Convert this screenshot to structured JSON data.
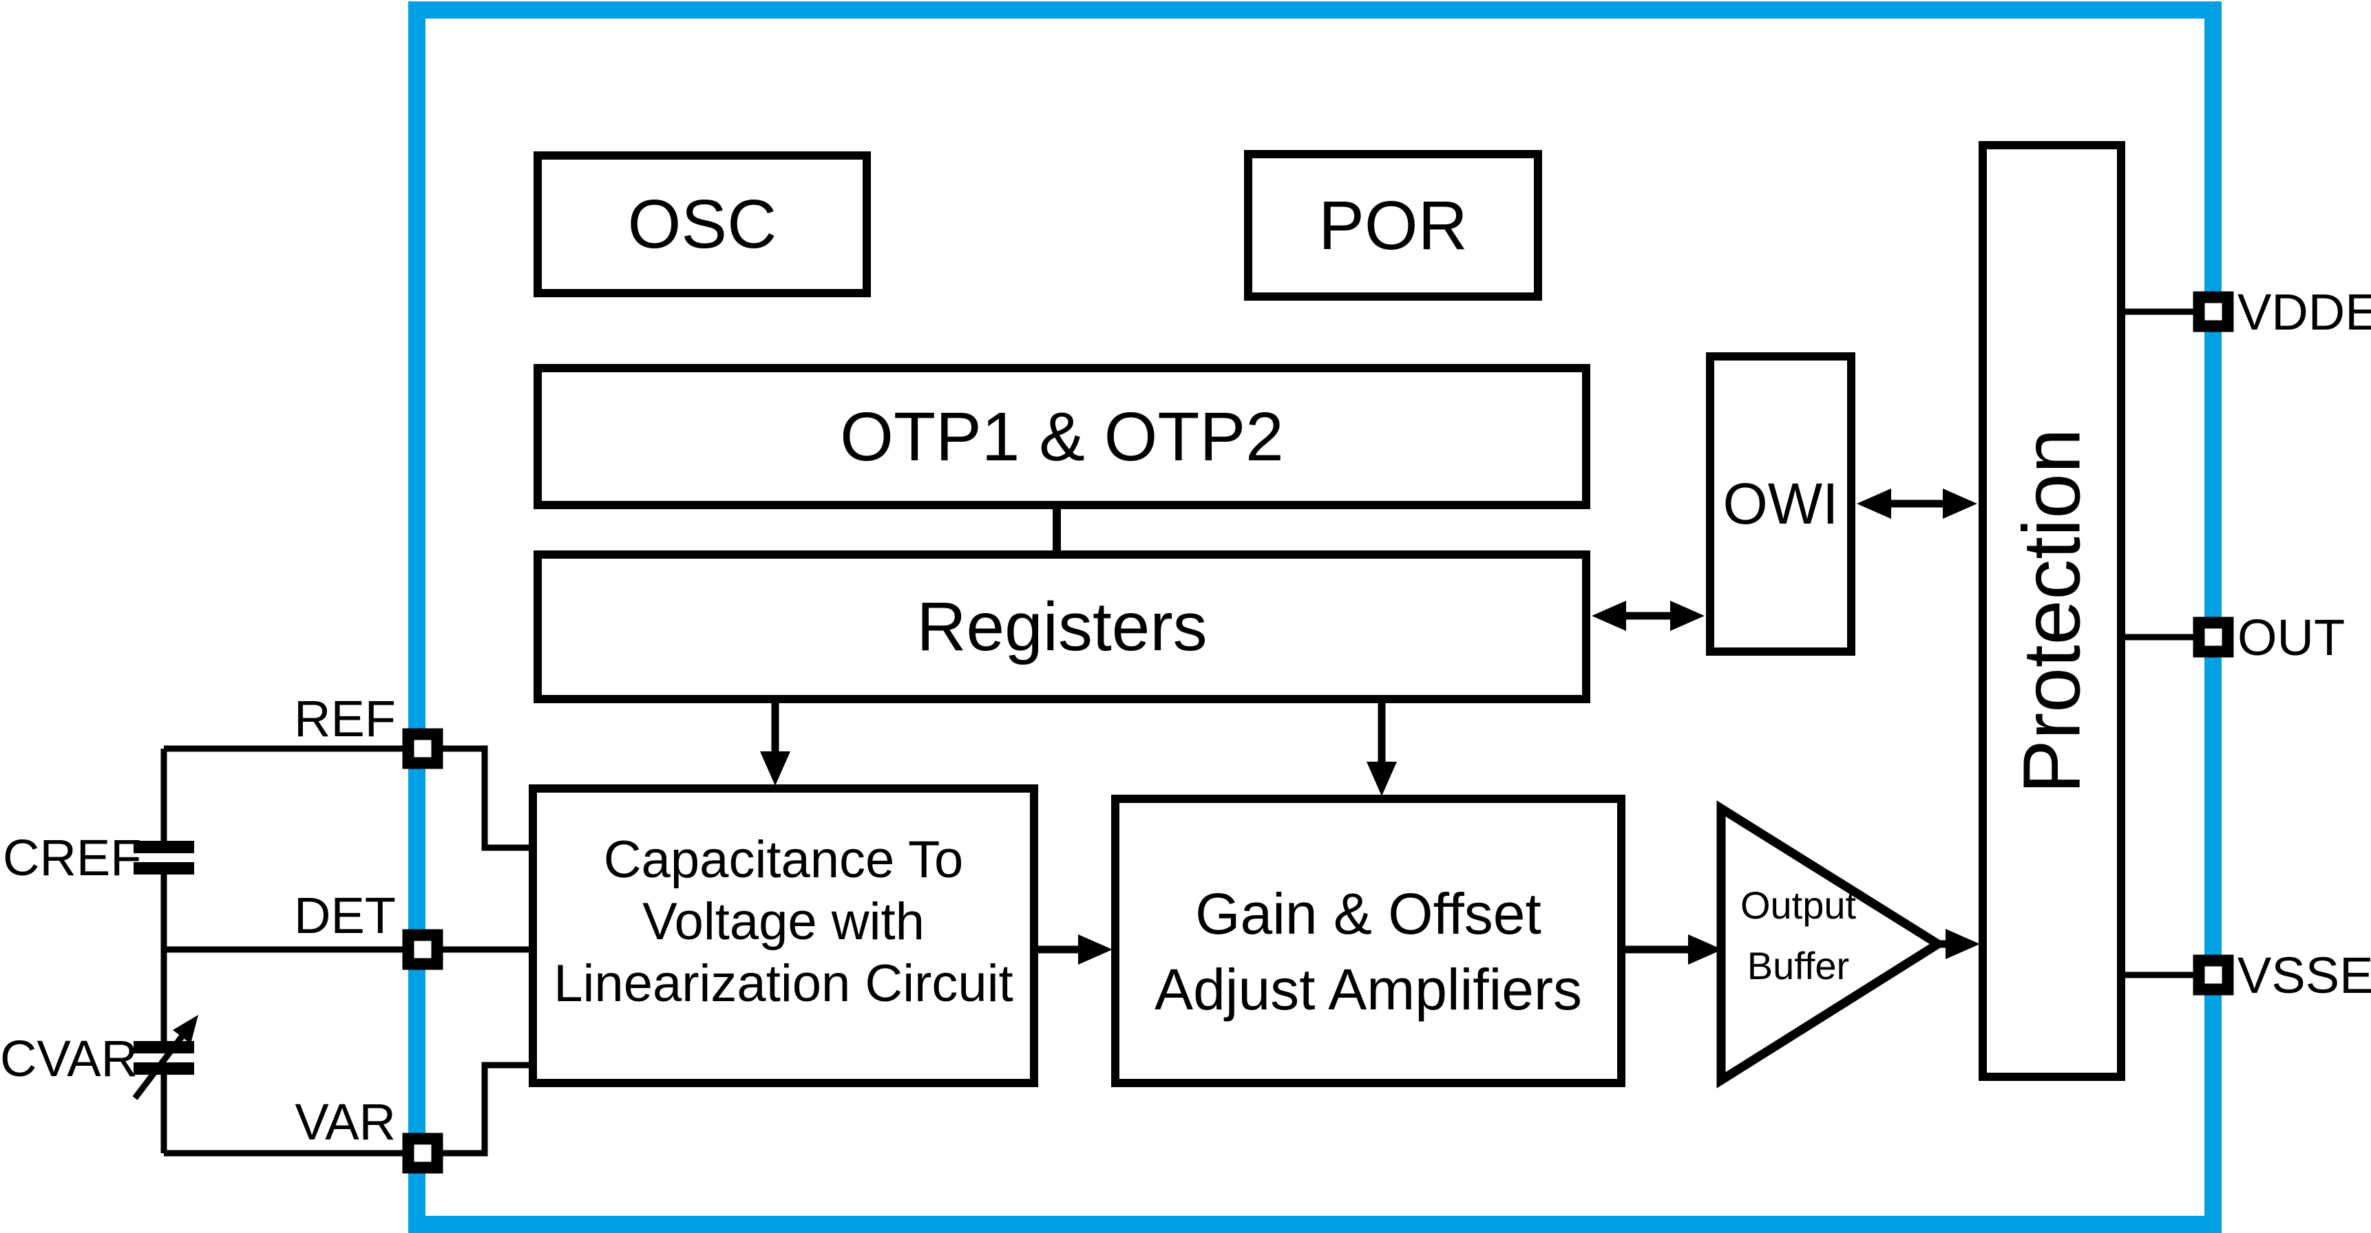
{
  "colors": {
    "accent": "#00A0E4",
    "line": "#000000",
    "background": "#FFFFFF"
  },
  "blocks": {
    "osc": {
      "label": "OSC"
    },
    "por": {
      "label": "POR"
    },
    "otp": {
      "label": "OTP1 & OTP2"
    },
    "registers": {
      "label": "Registers"
    },
    "owi": {
      "label": "OWI"
    },
    "protection": {
      "label": "Protection"
    },
    "ctv": {
      "lines": [
        "Capacitance To",
        "Voltage with",
        "Linearization Circuit"
      ]
    },
    "gain": {
      "lines": [
        "Gain & Offset",
        "Adjust Amplifiers"
      ]
    },
    "output_buffer": {
      "lines": [
        "Output",
        "Buffer"
      ]
    }
  },
  "pins": {
    "left": [
      {
        "name": "REF"
      },
      {
        "name": "DET"
      },
      {
        "name": "VAR"
      }
    ],
    "right": [
      {
        "name": "VDDE"
      },
      {
        "name": "OUT"
      },
      {
        "name": "VSSE"
      }
    ]
  },
  "external_components": [
    {
      "name": "CREF",
      "type": "fixed capacitor"
    },
    {
      "name": "CVAR",
      "type": "variable capacitor"
    }
  ]
}
